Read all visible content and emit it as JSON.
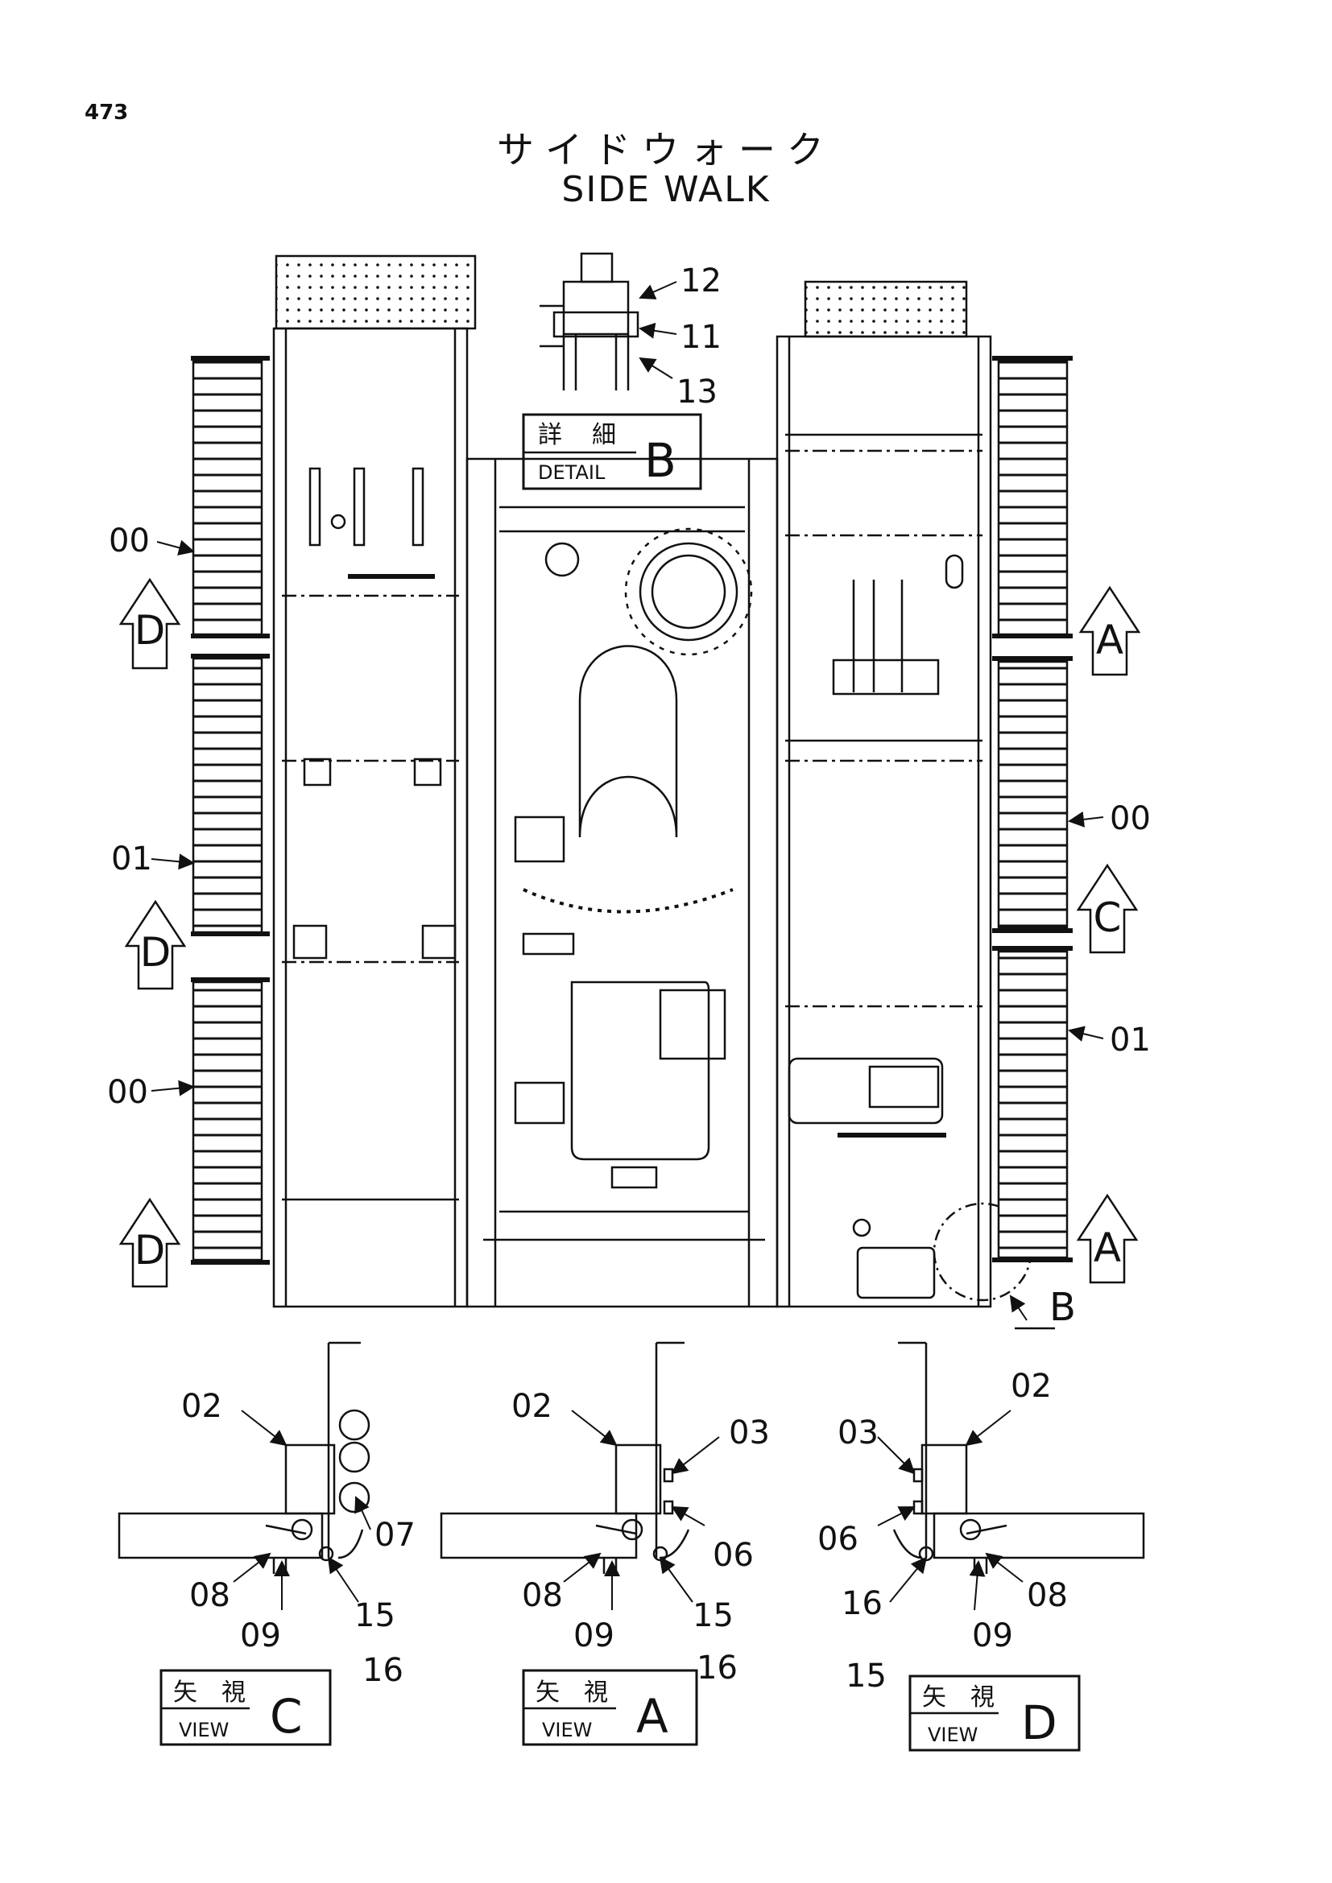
{
  "page_number": "473",
  "title_ja": "サイドウォーク",
  "title_en": "SIDE WALK",
  "detail_box": {
    "kanji": [
      "詳",
      "細"
    ],
    "word": "DETAIL",
    "letter": "B"
  },
  "view_boxes": [
    {
      "kanji": [
        "矢",
        "視"
      ],
      "word": "VIEW",
      "letter": "C"
    },
    {
      "kanji": [
        "矢",
        "視"
      ],
      "word": "VIEW",
      "letter": "A"
    },
    {
      "kanji": [
        "矢",
        "視"
      ],
      "word": "VIEW",
      "letter": "D"
    }
  ],
  "view_arrows": [
    "D",
    "D",
    "D",
    "A",
    "C",
    "A"
  ],
  "circle_mark": "B",
  "part_labels": {
    "left_upper": "00",
    "left_middle": "01",
    "left_lower": "00",
    "right_upper": "00",
    "right_lower": "01",
    "detail_12": "12",
    "detail_11": "11",
    "detail_13": "13",
    "c_02": "02",
    "c_07": "07",
    "c_08": "08",
    "c_09": "09",
    "c_15": "15",
    "c_16": "16",
    "a_02": "02",
    "a_03": "03",
    "a_06": "06",
    "a_08": "08",
    "a_09": "09",
    "a_15": "15",
    "a_16": "16",
    "d_02": "02",
    "d_03": "03",
    "d_06": "06",
    "d_16": "16",
    "d_08": "08",
    "d_09": "09",
    "d_15": "15"
  }
}
